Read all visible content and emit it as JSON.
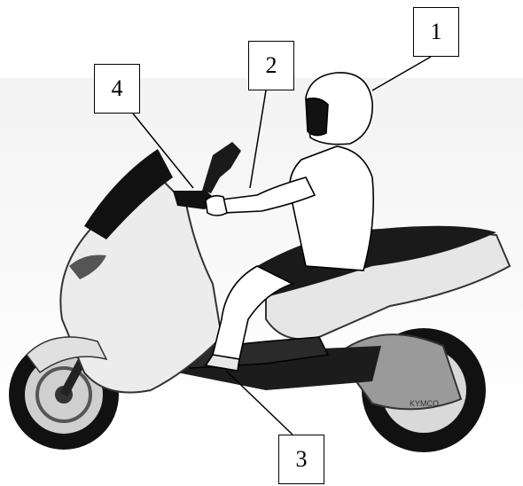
{
  "callouts": [
    {
      "number": "1",
      "target": "helmet"
    },
    {
      "number": "2",
      "target": "rider-arm"
    },
    {
      "number": "3",
      "target": "footboard"
    },
    {
      "number": "4",
      "target": "handlebar-grip"
    }
  ],
  "scooter_brand_text": "KYMCO",
  "colors": {
    "scooter_body": "#e8e8e8",
    "scooter_dark": "#1a1a1a",
    "outline": "#000000",
    "backdrop": "#f3f3f3"
  }
}
